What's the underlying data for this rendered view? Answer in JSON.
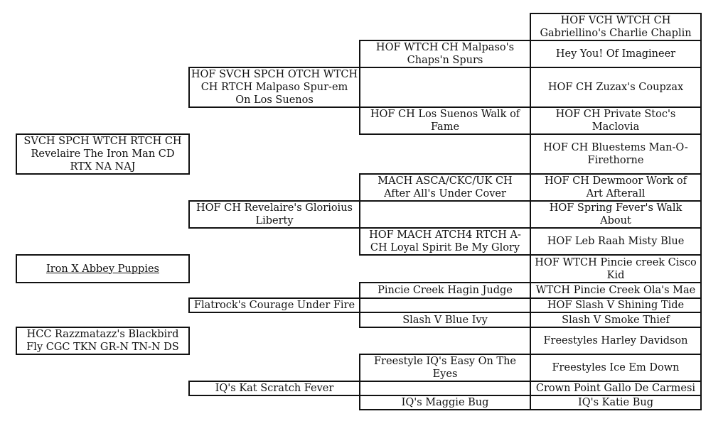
{
  "pedigree": {
    "type": "dog-pedigree-table",
    "colors": {
      "background": "#ffffff",
      "border": "#111111",
      "text": "#111111"
    },
    "sire": {
      "label": "SVCH SPCH WTCH RTCH CH\nRevelaire The Iron Man CD\nRTX NA NAJ"
    },
    "litter": {
      "label": "Iron X Abbey Puppies"
    },
    "dam": {
      "label": "HCC Razzmatazz's Blackbird\nFly CGC TKN GR-N TN-N DS"
    },
    "gen2": [
      {
        "label": "HOF SVCH SPCH OTCH WTCH\nCH RTCH Malpaso Spur-em\nOn Los Suenos"
      },
      {
        "label": "HOF CH Revelaire's Glorioius\nLiberty"
      },
      {
        "label": "Flatrock's Courage Under Fire"
      },
      {
        "label": "IQ's Kat Scratch Fever"
      }
    ],
    "gen3": [
      {
        "label": "HOF WTCH CH Malpaso's\nChaps'n Spurs"
      },
      {
        "label": "HOF CH Los Suenos Walk of\nFame"
      },
      {
        "label": "MACH ASCA/CKC/UK CH\nAfter All's Under Cover"
      },
      {
        "label": "HOF MACH ATCH4 RTCH A-\nCH Loyal Spirit Be My Glory"
      },
      {
        "label": "Pincie Creek Hagin Judge"
      },
      {
        "label": "Slash V Blue Ivy"
      },
      {
        "label": "Freestyle IQ's Easy On The\nEyes"
      },
      {
        "label": "IQ's Maggie Bug"
      }
    ],
    "gen4": [
      {
        "label": "HOF VCH WTCH CH\nGabriellino's Charlie Chaplin"
      },
      {
        "label": "Hey You! Of Imagineer"
      },
      {
        "label": "HOF CH Zuzax's Coupzax"
      },
      {
        "label": "HOF CH Private Stoc's\nMaclovia"
      },
      {
        "label": "HOF CH Bluestems Man-O-\nFirethorne"
      },
      {
        "label": "HOF CH Dewmoor Work of\nArt Afterall"
      },
      {
        "label": "HOF Spring Fever's Walk\nAbout"
      },
      {
        "label": "HOF Leb Raah Misty Blue"
      },
      {
        "label": "HOF WTCH Pincie creek Cisco\nKid"
      },
      {
        "label": "WTCH Pincie Creek Ola's Mae"
      },
      {
        "label": "HOF Slash V Shining Tide"
      },
      {
        "label": "Slash V Smoke Thief"
      },
      {
        "label": "Freestyles Harley Davidson"
      },
      {
        "label": "Freestyles Ice Em Down"
      },
      {
        "label": "Crown Point Gallo De Carmesi"
      },
      {
        "label": "IQ's Katie Bug"
      }
    ]
  }
}
